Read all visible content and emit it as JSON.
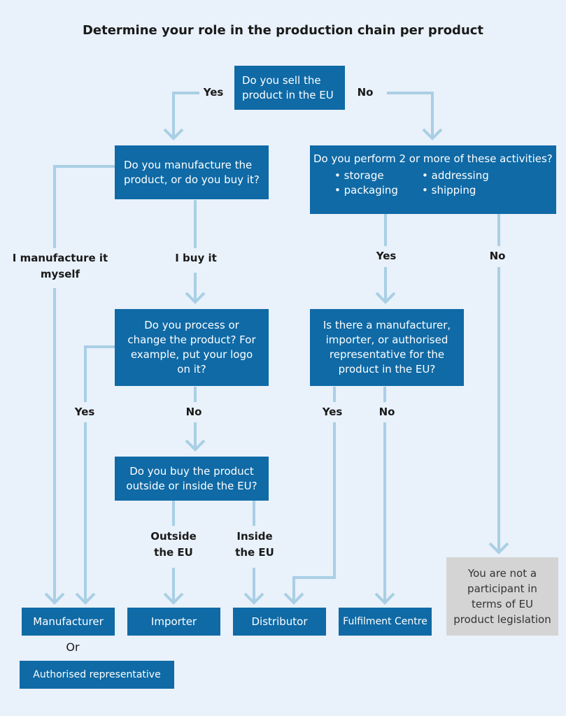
{
  "title": "Determine your role in the production chain per product",
  "q_sell": "Do you sell the product in the EU",
  "q_manufacture": "Do you manufacture the product, or do you buy it?",
  "q_activities": "Do you perform 2 or more of these activities?",
  "activities": [
    "storage",
    "addressing",
    "packaging",
    "shipping"
  ],
  "q_process": "Do you process or change the product? For example, put your logo on it?",
  "q_representative": "Is there a manufacturer, importer, or authorised representative for the product in the EU?",
  "q_buy_location": "Do you buy the product outside or inside the EU?",
  "labels": {
    "yes": "Yes",
    "no": "No",
    "manufacture_myself": "I manufacture it myself",
    "buy_it": "I buy it",
    "outside_eu": "Outside the EU",
    "inside_eu": "Inside the EU",
    "or": "Or"
  },
  "results": {
    "manufacturer": "Manufacturer",
    "importer": "Importer",
    "distributor": "Distributor",
    "fulfilment": "Fulfilment Centre",
    "authorised": "Authorised representative",
    "not_participant": "You are not a participant in terms of EU product legislation"
  },
  "colors": {
    "box": "#0f6aa6",
    "arrow": "#a9cfe5",
    "background": "#e9f1fa",
    "grey": "#d4d4d4"
  }
}
